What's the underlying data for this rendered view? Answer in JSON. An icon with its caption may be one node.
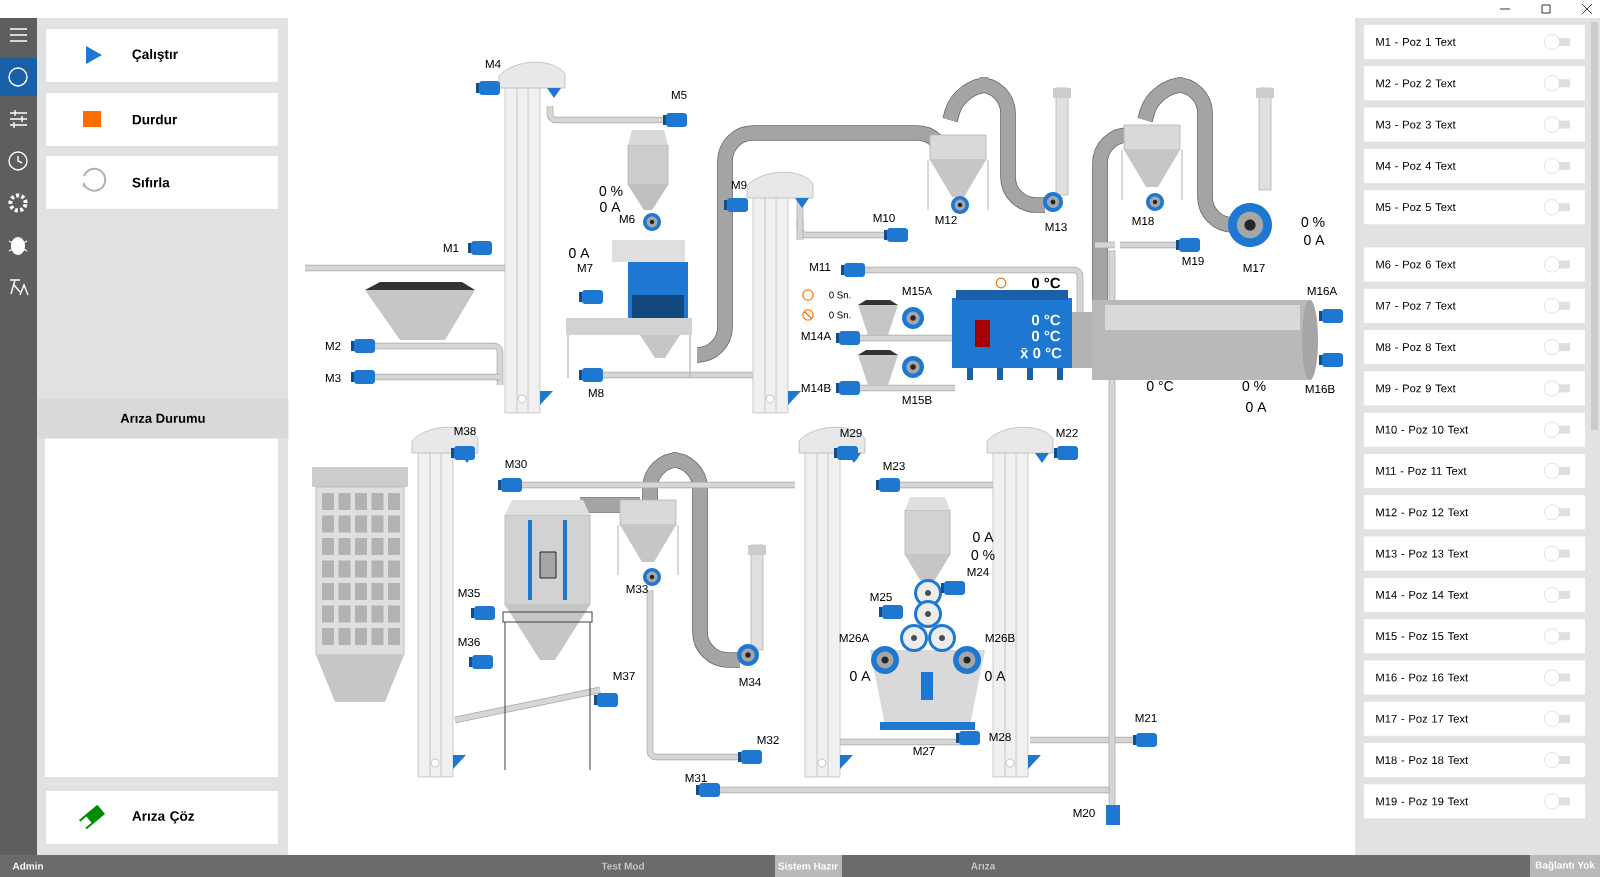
{
  "diagram": {
    "nodes": [
      {
        "text": [
          "Çalıştır"
        ]
      },
      {
        "text": [
          "Durdur"
        ]
      },
      {
        "text": [
          "Sıfırla"
        ]
      },
      {
        "text": [
          "Arıza Durumu"
        ]
      },
      {
        "text": [
          "Arıza Çöz"
        ]
      },
      {
        "text": [
          "M1 - Poz 1 Text"
        ]
      },
      {
        "text": [
          "M2 - Poz 2 Text"
        ]
      },
      {
        "text": [
          "M3 - Poz 3 Text"
        ]
      },
      {
        "text": [
          "M4 - Poz 4 Text"
        ]
      },
      {
        "text": [
          "M5 - Poz 5 Text"
        ]
      },
      {
        "text": [
          "M6 - Poz 6 Text"
        ]
      },
      {
        "text": [
          "M7 - Poz 7 Text"
        ]
      },
      {
        "text": [
          "M8 - Poz 8 Text"
        ]
      },
      {
        "text": [
          "M9 - Poz 9 Text"
        ]
      },
      {
        "text": [
          "M10 - Poz 10 Text"
        ]
      },
      {
        "text": [
          "M11 - Poz 11 Text"
        ]
      },
      {
        "text": [
          "M12 - Poz 12 Text"
        ]
      },
      {
        "text": [
          "M13 - Poz 13 Text"
        ]
      },
      {
        "text": [
          "M14 - Poz 14 Text"
        ]
      },
      {
        "text": [
          "M15 - Poz 15 Text"
        ]
      },
      {
        "text": [
          "M16 - Poz 16 Text"
        ]
      },
      {
        "text": [
          "M17 - Poz 17 Text"
        ]
      },
      {
        "text": [
          "M18 - Poz 18 Text"
        ]
      },
      {
        "text": [
          "M19 - Poz 19 Text"
        ]
      }
    ],
    "labels": [
      "M4",
      "M5",
      "0 %",
      "M9",
      "0 A",
      "M6",
      "M10",
      "M12",
      "M13",
      "M18",
      "0 %",
      "0 A",
      "M1",
      "0 A",
      "M7",
      "M11",
      "M19",
      "M17",
      "0 Sn.",
      "M15A",
      "0 °C",
      "M16A",
      "0 Sn.",
      "0 °C",
      "M2",
      "M14A",
      "0 °C",
      "x̄ 0 °C",
      "M3",
      "M8",
      "M14B",
      "0 °C",
      "0 %",
      "M16B",
      "M15B",
      "0 A",
      "M38",
      "M29",
      "M22",
      "M30",
      "M23",
      "0 A",
      "0 %",
      "M24",
      "M35",
      "M33",
      "M25",
      "M36",
      "M26A",
      "M26B",
      "M37",
      "M34",
      "0 A",
      "0 A",
      "M21",
      "M32",
      "M27",
      "M28",
      "M31",
      "M20",
      "Admin",
      "Test Mod",
      "Sistem Hazır",
      "Arıza",
      "Bağlantı Yok"
    ]
  }
}
